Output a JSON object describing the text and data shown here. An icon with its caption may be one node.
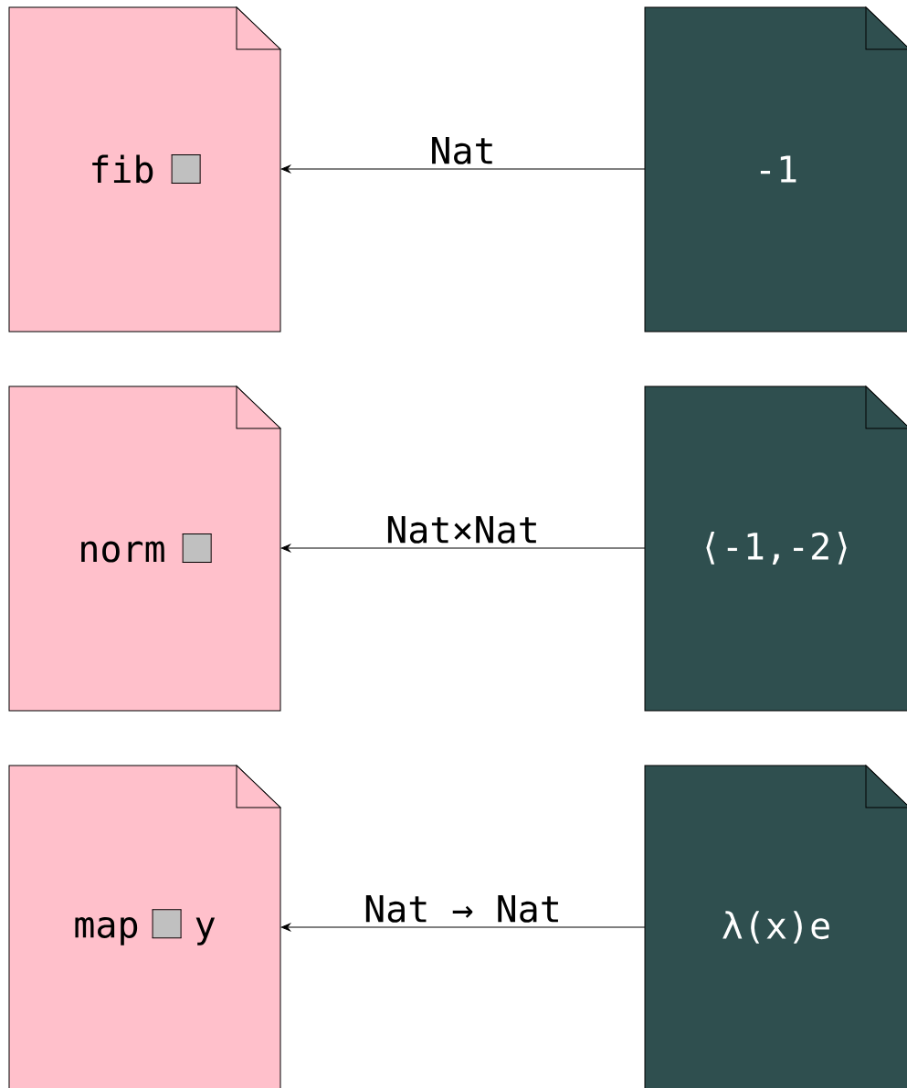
{
  "diagram": {
    "nodes": [
      {
        "text": [
          "fib"
        ]
      },
      {
        "text": [
          "-1"
        ]
      },
      {
        "text": [
          "norm"
        ]
      },
      {
        "text": [
          "⟨-1,-2⟩"
        ]
      },
      {
        "text": [
          "map",
          "y"
        ]
      },
      {
        "text": [
          "λ(x)e"
        ]
      }
    ],
    "edges": [
      {
        "from": 1,
        "to": 0,
        "arrow": "to",
        "label": "Nat"
      },
      {
        "from": 3,
        "to": 2,
        "arrow": "to",
        "label": "Nat×Nat"
      },
      {
        "from": 5,
        "to": 4,
        "arrow": "to",
        "label": "Nat → Nat"
      }
    ]
  }
}
